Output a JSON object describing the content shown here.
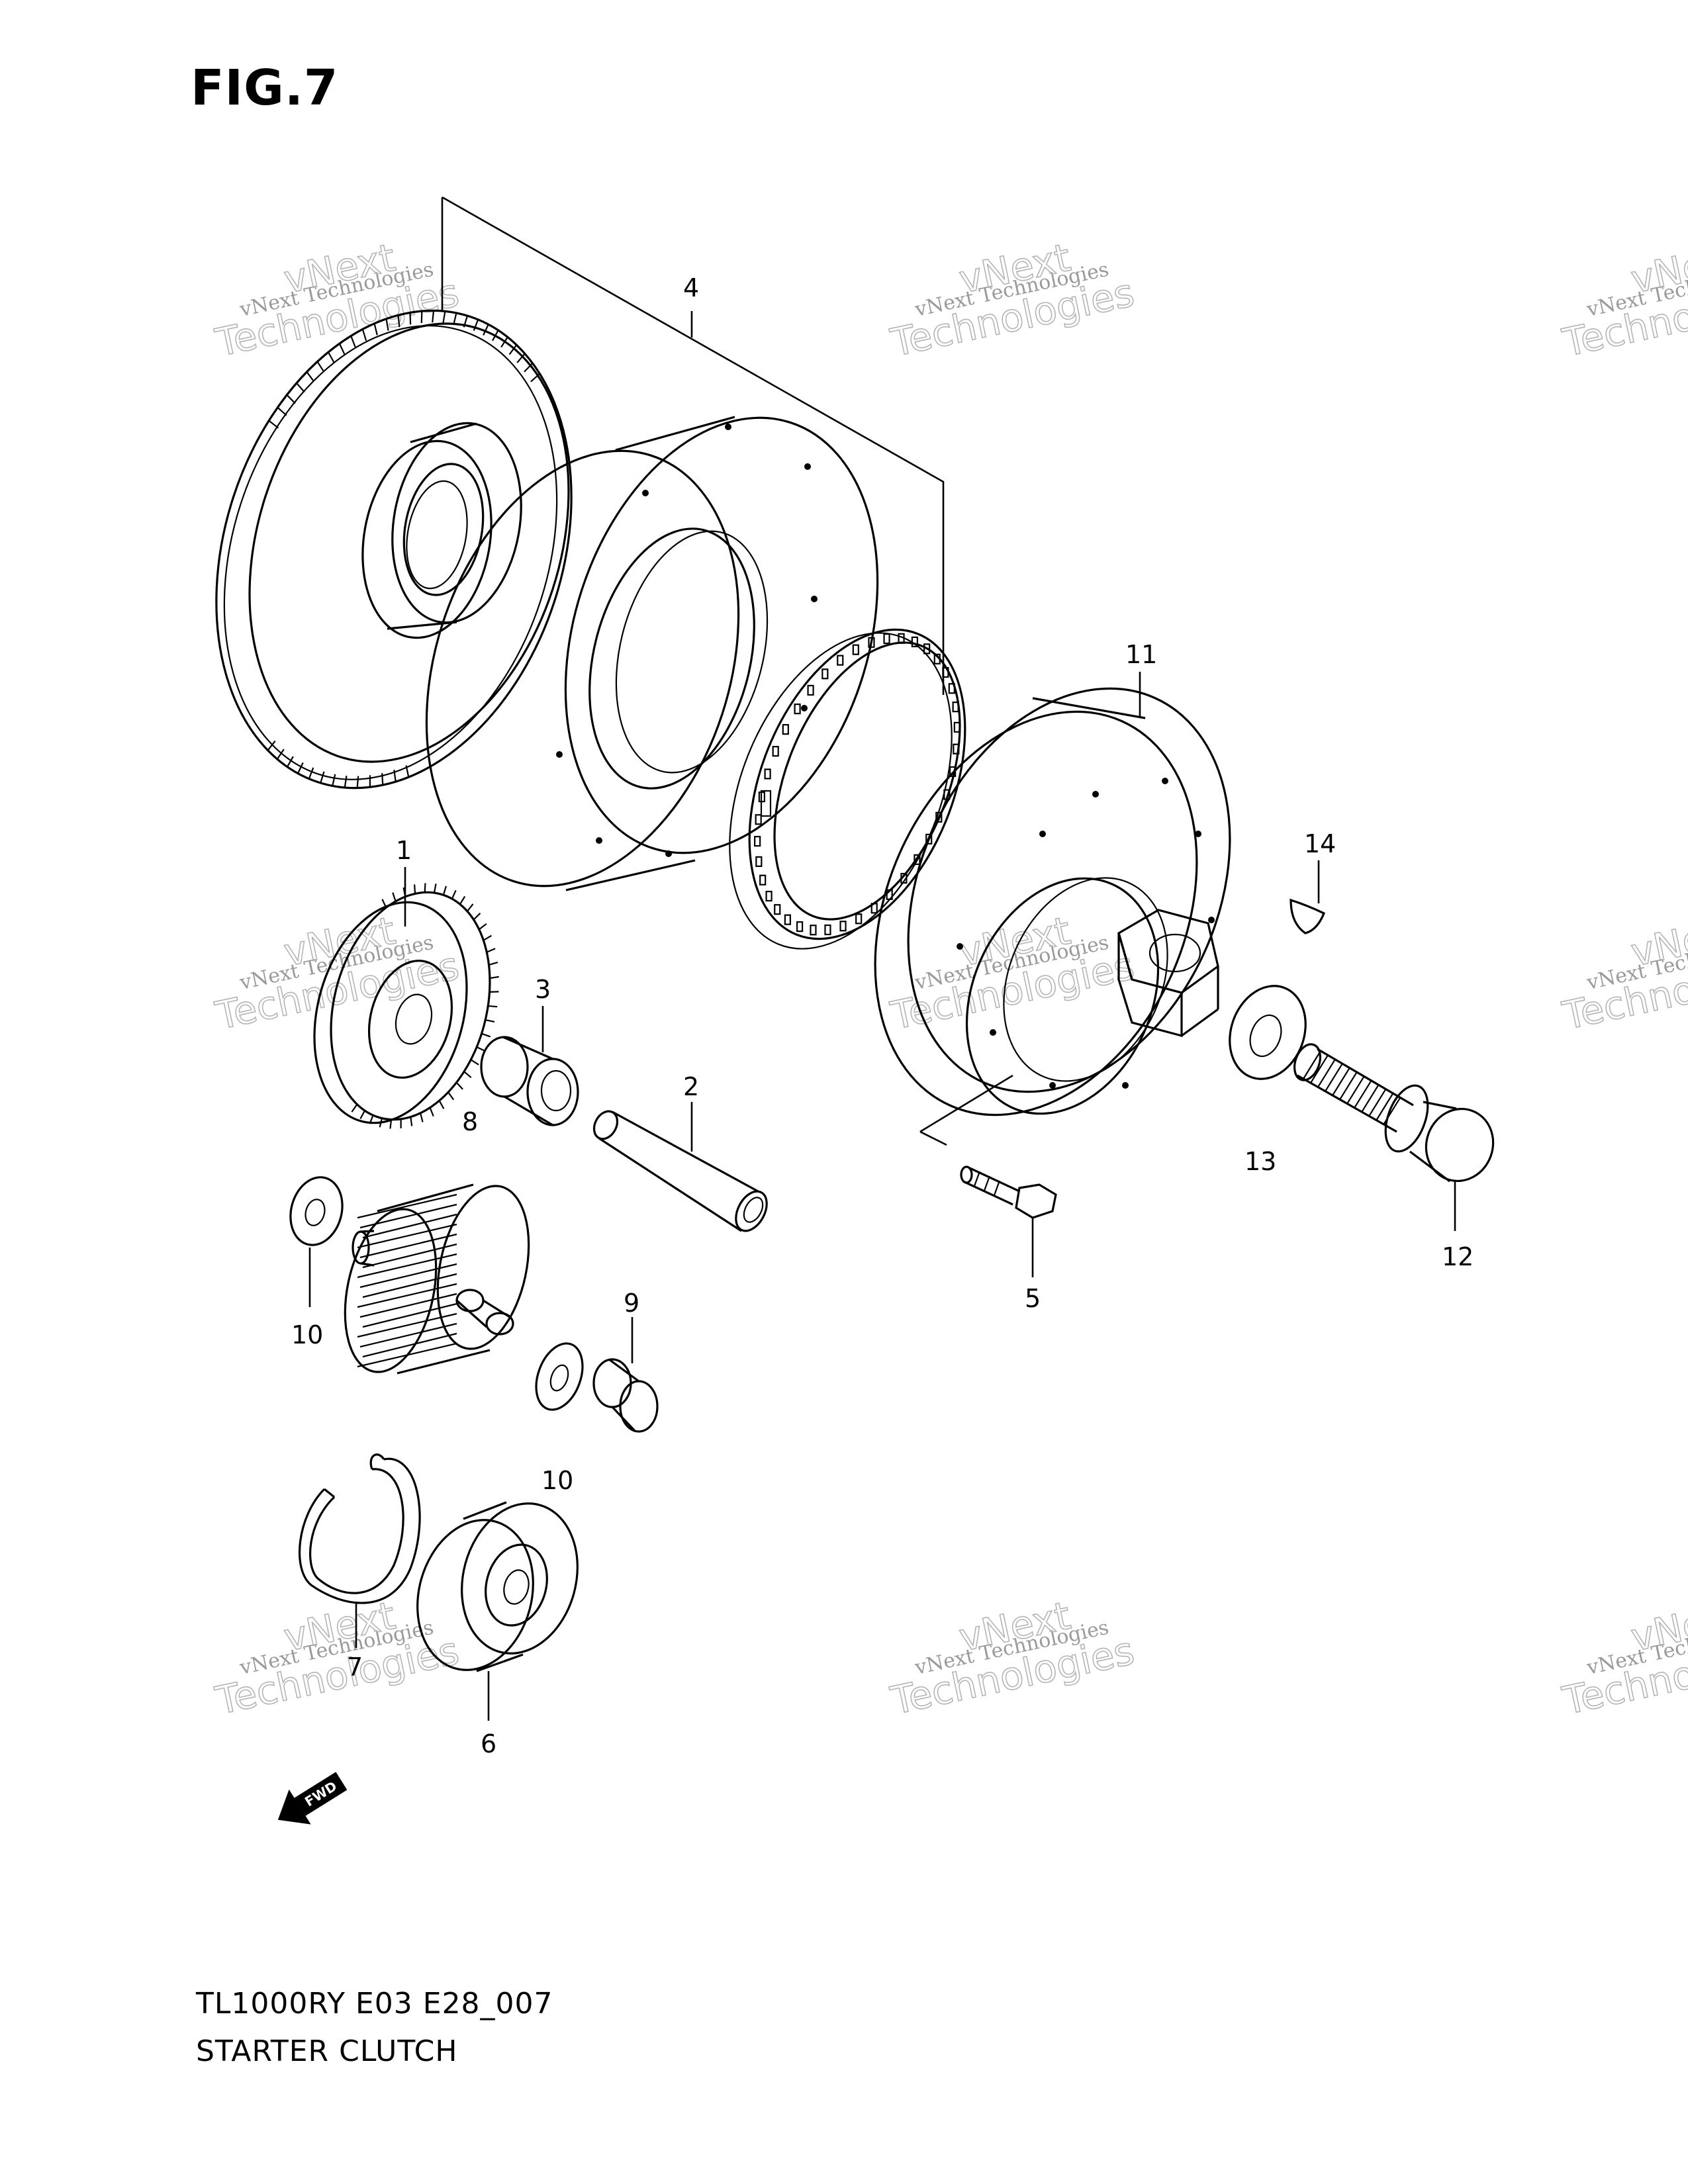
{
  "figure_title": "FIG.7",
  "model_code": "TL1000RY E03 E28_007",
  "section_name": "STARTER CLUTCH",
  "direction_marker": "FWD",
  "watermark": {
    "line1": "vNext Technologies",
    "line2a": "vNext",
    "line2b": "Technologies"
  },
  "callouts": [
    "1",
    "2",
    "3",
    "4",
    "5",
    "6",
    "7",
    "8",
    "9",
    "10",
    "10",
    "11",
    "12",
    "13",
    "14"
  ]
}
